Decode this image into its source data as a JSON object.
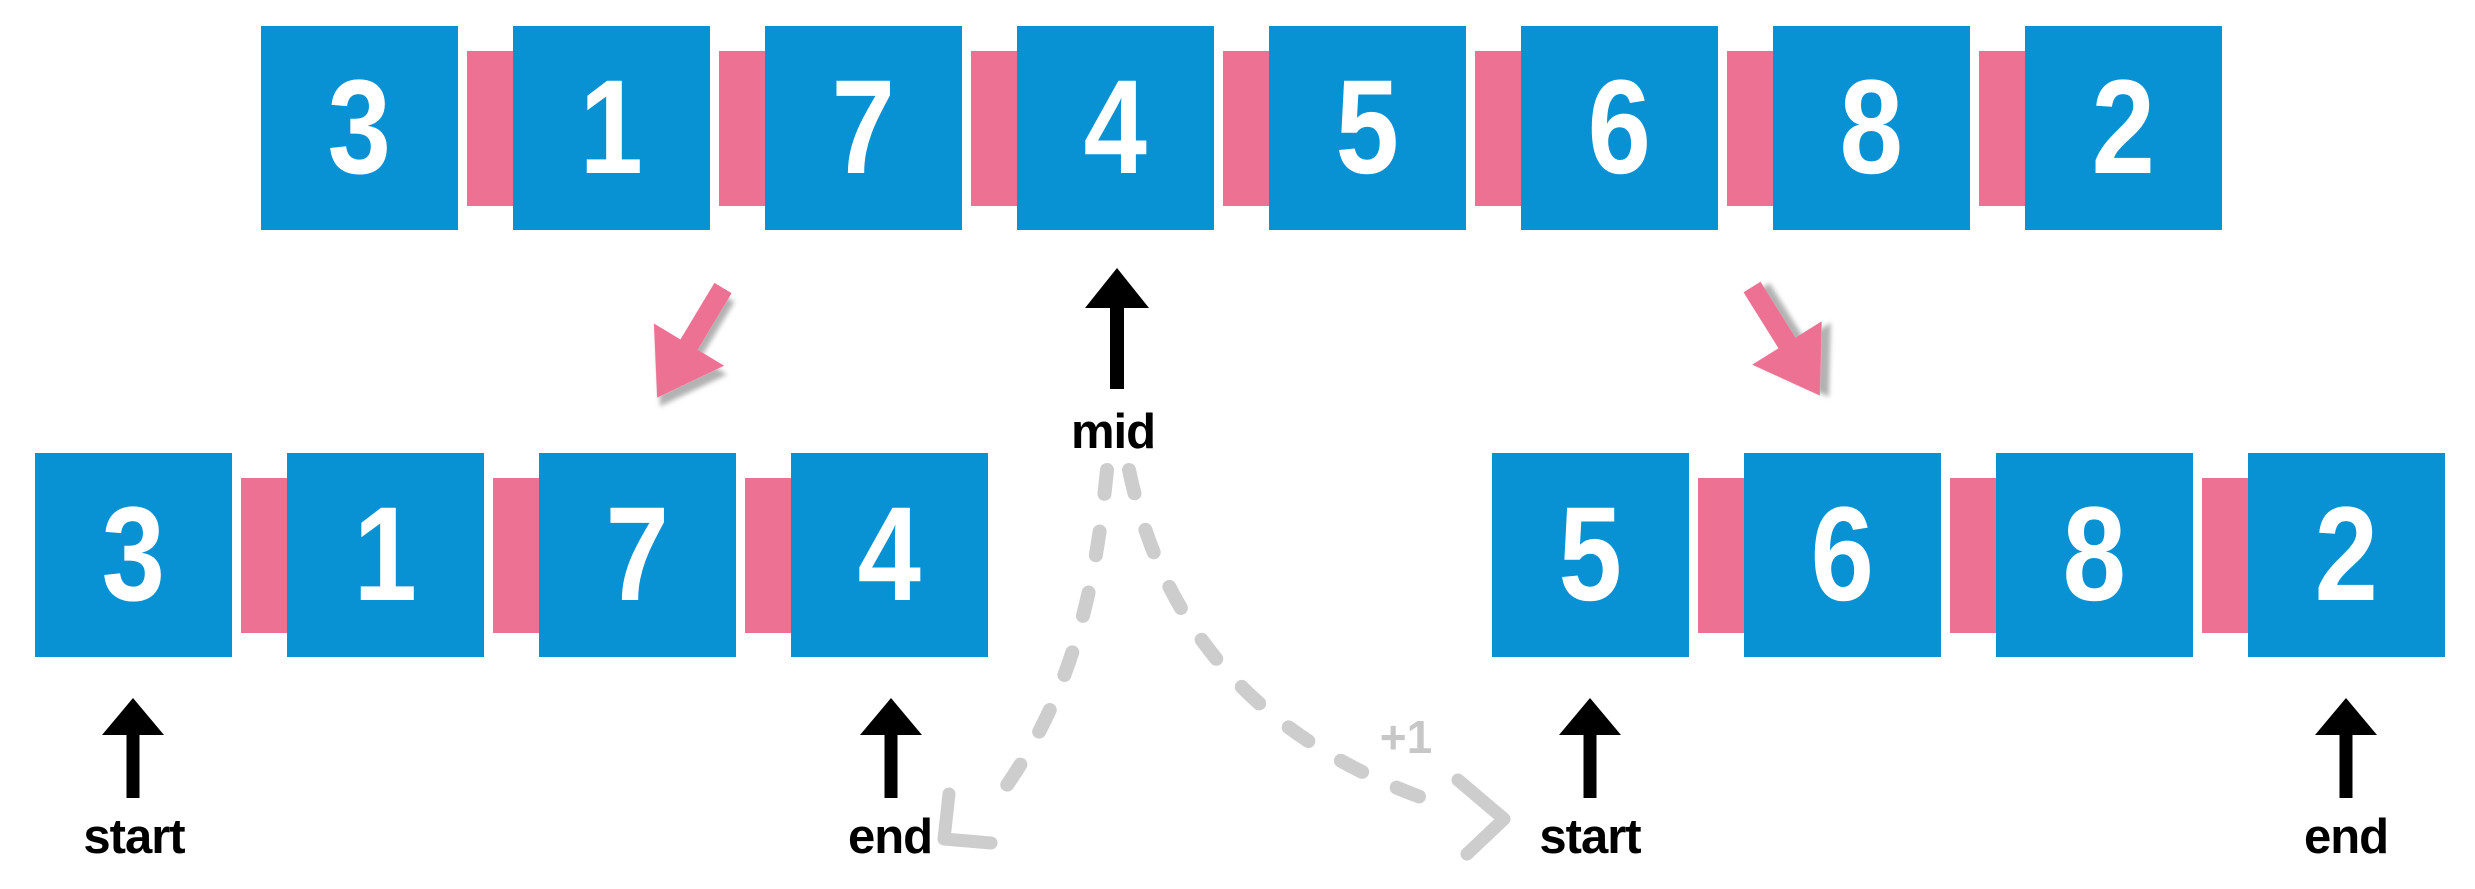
{
  "colors": {
    "background": "#FFFFFF",
    "box_blue": "#0891D3",
    "connector_pink": "#ED7193",
    "arrow_pink": "#ED7193",
    "dash_gray": "#CDCDCD",
    "plus_gray": "#C7C7C7",
    "text_black": "#000000",
    "digit_white": "#FFFFFF"
  },
  "top_array": {
    "values": [
      "3",
      "1",
      "7",
      "4",
      "5",
      "6",
      "8",
      "2"
    ]
  },
  "left_subarray": {
    "values": [
      "3",
      "1",
      "7",
      "4"
    ]
  },
  "right_subarray": {
    "values": [
      "5",
      "6",
      "8",
      "2"
    ]
  },
  "pointers": {
    "mid": "mid",
    "left_start": "start",
    "left_end": "end",
    "right_start": "start",
    "right_end": "end",
    "increment": "+1"
  }
}
